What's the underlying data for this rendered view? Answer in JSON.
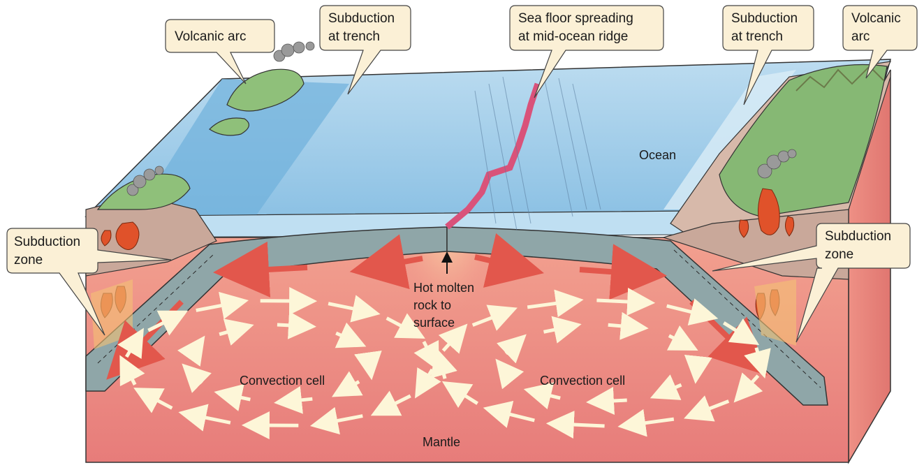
{
  "callouts": {
    "volcanic_arc_left": "Volcanic arc",
    "subduction_trench_left": [
      "Subduction",
      "at trench"
    ],
    "sea_floor_spreading": [
      "Sea floor spreading",
      "at mid-ocean ridge"
    ],
    "subduction_trench_right": [
      "Subduction",
      "at trench"
    ],
    "volcanic_arc_right": [
      "Volcanic",
      "arc"
    ],
    "subduction_zone_left": [
      "Subduction",
      "zone"
    ],
    "subduction_zone_right": [
      "Subduction",
      "zone"
    ]
  },
  "labels": {
    "ocean": "Ocean",
    "hot_molten": [
      "Hot molten",
      "rock to",
      "surface"
    ],
    "convection_left": "Convection cell",
    "convection_right": "Convection cell",
    "mantle": "Mantle"
  },
  "colors": {
    "ocean_surface": "#a9cfe8",
    "ocean_deep": "#5aa3d6",
    "plate": "#8fa6a8",
    "mantle": "#e8837c",
    "land_green": "#8fc07a",
    "crust_brown": "#c9a89a",
    "callout_fill": "#fbf0d6",
    "arrow_red": "#e2574c",
    "arrow_cream": "#fdf6d8",
    "magma": "#e0522a"
  }
}
